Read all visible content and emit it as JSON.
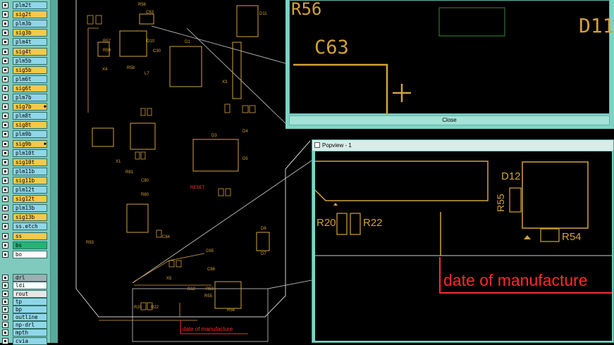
{
  "layers": [
    {
      "label": "plm2t",
      "color": "#8fd6e8"
    },
    {
      "label": "sig2t",
      "color": "#f2c94c"
    },
    {
      "label": "plm3b",
      "color": "#8fd6e8"
    },
    {
      "label": "sig3b",
      "color": "#f2c94c"
    },
    {
      "label": "plm4t",
      "color": "#8fd6e8"
    },
    {
      "label": "sig4t",
      "color": "#f2c94c"
    },
    {
      "label": "plm5b",
      "color": "#8fd6e8"
    },
    {
      "label": "sig5b",
      "color": "#f2c94c"
    },
    {
      "label": "plm6t",
      "color": "#8fd6e8"
    },
    {
      "label": "sig6t",
      "color": "#f2c94c"
    },
    {
      "label": "plm7b",
      "color": "#8fd6e8"
    },
    {
      "label": "sig7b",
      "color": "#f2c94c",
      "mark": "◆"
    },
    {
      "label": "plm8t",
      "color": "#8fd6e8"
    },
    {
      "label": "sig8t",
      "color": "#f2c94c"
    },
    {
      "label": "plm9b",
      "color": "#8fd6e8"
    },
    {
      "label": "sig9b",
      "color": "#f2c94c",
      "mark": "◆"
    },
    {
      "label": "plm10t",
      "color": "#8fd6e8"
    },
    {
      "label": "sig10t",
      "color": "#f2c94c"
    },
    {
      "label": "plm11b",
      "color": "#8fd6e8"
    },
    {
      "label": "sig11b",
      "color": "#f2c94c"
    },
    {
      "label": "plm12t",
      "color": "#8fd6e8"
    },
    {
      "label": "sig12t",
      "color": "#f2c94c"
    },
    {
      "label": "plm13b",
      "color": "#8fd6e8"
    },
    {
      "label": "sig13b",
      "color": "#f2c94c"
    },
    {
      "label": "ss.etch",
      "color": "#8fd6e8"
    },
    {
      "label": "ss",
      "color": "#f2c94c"
    },
    {
      "label": "bs",
      "color": "#22b573"
    },
    {
      "label": "bo",
      "color": "#ffffff"
    },
    {
      "label": "drl",
      "color": "#9ab0b3"
    },
    {
      "label": "ldi",
      "color": "#ffffff"
    },
    {
      "label": "rout",
      "color": "#e6e6e6"
    },
    {
      "label": "tp",
      "color": "#8fd6e8"
    },
    {
      "label": "bp",
      "color": "#8fd6e8"
    },
    {
      "label": "outline",
      "color": "#8fd6e8"
    },
    {
      "label": "np-drl",
      "color": "#8fd6e8"
    },
    {
      "label": "mpth",
      "color": "#8fd6e8"
    },
    {
      "label": "cvia",
      "color": "#8fd6e8"
    }
  ],
  "board": {
    "refs": [
      "R56",
      "C63",
      "D1",
      "R57",
      "R58",
      "R59",
      "X4",
      "L7",
      "D10",
      "C30",
      "X1",
      "X3",
      "D3",
      "D4",
      "D5",
      "D6",
      "D7",
      "D11",
      "R53",
      "R80",
      "R81",
      "C80",
      "C84",
      "D12",
      "R55",
      "R54",
      "C65",
      "C66",
      "R20",
      "R22",
      "R93",
      "RESET",
      "X5"
    ],
    "board_note": "date of manufacture"
  },
  "popview_top": {
    "labels": {
      "r56": "R56",
      "c63": "C63",
      "d11": "D11"
    },
    "close_label": "Close"
  },
  "popview_bottom": {
    "title": "Popview - 1",
    "labels": {
      "d12": "D12",
      "r55": "R55",
      "r54": "R54",
      "r20": "R20",
      "r22": "R22"
    },
    "note": "date of manufacture"
  },
  "colors": {
    "trace": "#d4a23a",
    "note": "#ff2a2a",
    "outline": "#cfcfcf",
    "keepout": "#3a8a3a"
  }
}
